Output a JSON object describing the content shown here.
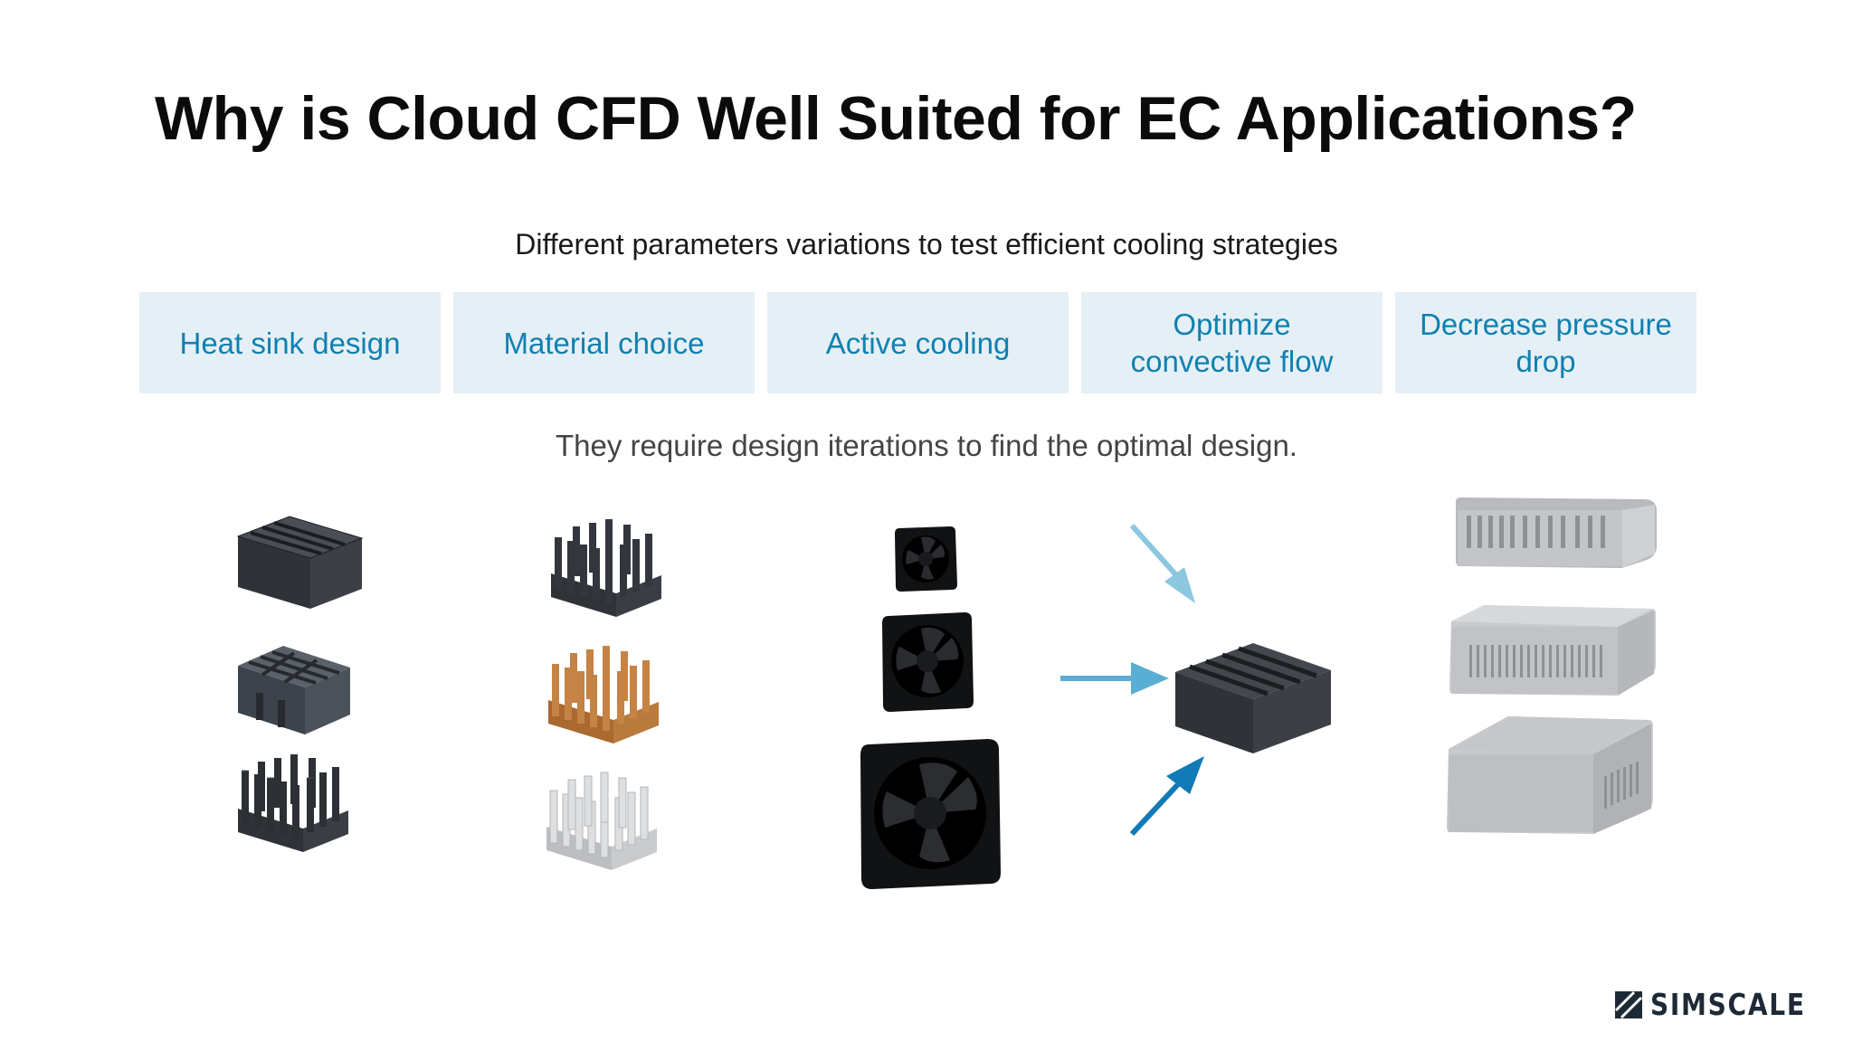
{
  "title": "Why is Cloud CFD Well Suited for EC Applications?",
  "subtitle": "Different parameters variations to test efficient cooling strategies",
  "boxes": [
    {
      "label": "Heat sink design"
    },
    {
      "label": "Material choice"
    },
    {
      "label": "Active cooling"
    },
    {
      "label": "Optimize\nconvective flow"
    },
    {
      "label": "Decrease pressure\ndrop"
    }
  ],
  "note": "They require design iterations to find the optimal design.",
  "logo": {
    "text": "SIMSCALE"
  },
  "colors": {
    "box_bg": "#e5f0f6",
    "box_text": "#1180b0",
    "dark_metal": "#2f3237",
    "copper": "#c58345",
    "aluminum": "#d8d8da",
    "arrow_light": "#8cc7e0",
    "arrow_mid": "#5aaed3",
    "arrow_dark": "#127ab6"
  }
}
